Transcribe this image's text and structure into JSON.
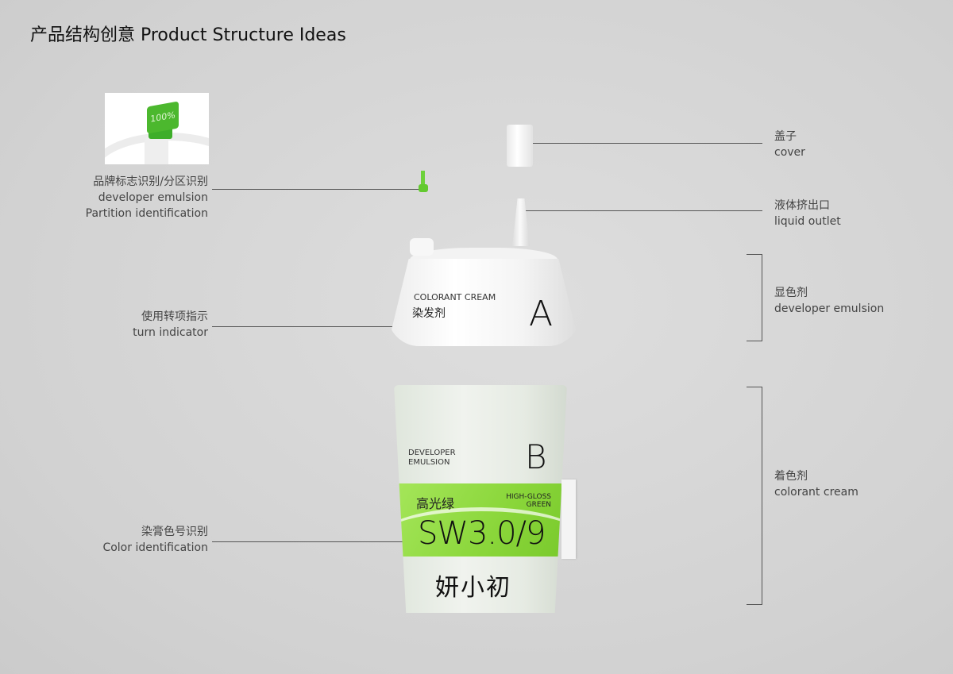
{
  "title": "产品结构创意 Product Structure Ideas",
  "labels": {
    "logo": {
      "zh": "品牌标志识别/分区识别",
      "en1": "developer emulsion",
      "en2": "Partition identification"
    },
    "turn": {
      "zh": "使用转项指示",
      "en": "turn indicator"
    },
    "color": {
      "zh": "染膏色号识别",
      "en": "Color identification"
    },
    "cover": {
      "zh": "盖子",
      "en": "cover"
    },
    "outlet": {
      "zh": "液体挤出口",
      "en": "liquid outlet"
    },
    "developer": {
      "zh": "显色剂",
      "en": "developer emulsion"
    },
    "colorant": {
      "zh": "着色剂",
      "en": "colorant cream"
    }
  },
  "lid": {
    "en": "COLORANT CREAM",
    "zh": "染发剂",
    "letter": "A"
  },
  "cup": {
    "en1": "DEVELOPER",
    "en2": "EMULSION",
    "letter": "B",
    "shade_zh": "高光绿",
    "shade_en1": "HIGH-GLOSS",
    "shade_en2": "GREEN",
    "code": "SW3.0/9",
    "brand": "妍小初"
  },
  "tag_logo": "100%",
  "colors": {
    "green": "#8fdc3a",
    "tag": "#4cb82e"
  }
}
